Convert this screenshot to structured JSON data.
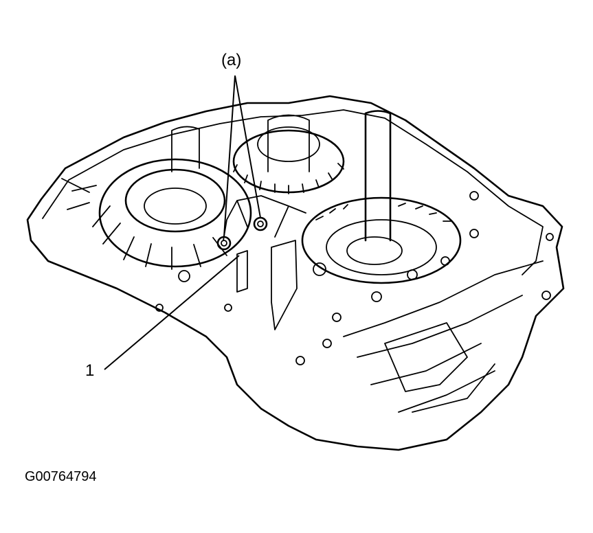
{
  "callouts": {
    "bolt_label": "(a)",
    "part_label": "1"
  },
  "figure_id": "G00764794",
  "icons": [
    "transaxle-case-illustration",
    "bolt-icon",
    "leader-line"
  ],
  "colors": {
    "ink": "#000000",
    "background": "#ffffff"
  }
}
